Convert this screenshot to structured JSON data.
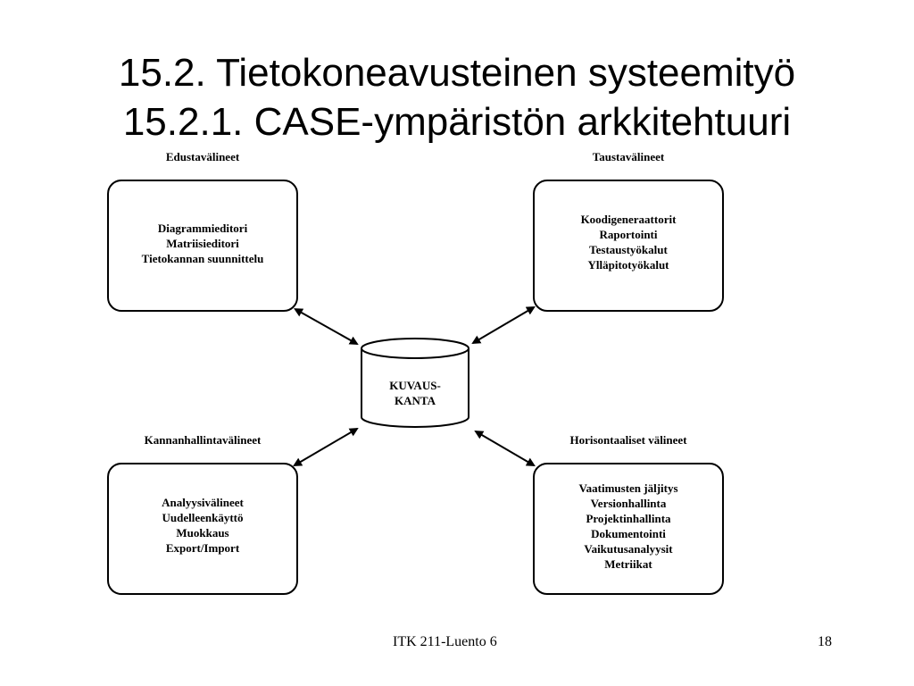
{
  "title": {
    "line1": "15.2. Tietokoneavusteinen systeemityö",
    "line2": "15.2.1. CASE-ympäristön arkkitehtuuri"
  },
  "groups": {
    "front": {
      "label": "Edustavälineet",
      "items": [
        "Diagrammieditori",
        "Matriisieditori",
        "Tietokannan suunnittelu"
      ]
    },
    "back": {
      "label": "Taustavälineet",
      "items": [
        "Koodigeneraattorit",
        "Raportointi",
        "Testaustyökalut",
        "Ylläpitotyökalut"
      ]
    },
    "dbtools": {
      "label": "Kannanhallintavälineet",
      "items": [
        "Analyysivälineet",
        "Uudelleenkäyttö",
        "Muokkaus",
        "Export/Import"
      ]
    },
    "horizontal": {
      "label": "Horisontaaliset välineet",
      "items": [
        "Vaatimusten jäljitys",
        "Versionhallinta",
        "Projektinhallinta",
        "Dokumentointi",
        "Vaikutusanalyysit",
        "Metriikat"
      ]
    }
  },
  "repository": {
    "line1": "KUVAUS-",
    "line2": "KANTA"
  },
  "footer": {
    "course": "ITK 211-Luento 6",
    "page": "18"
  }
}
